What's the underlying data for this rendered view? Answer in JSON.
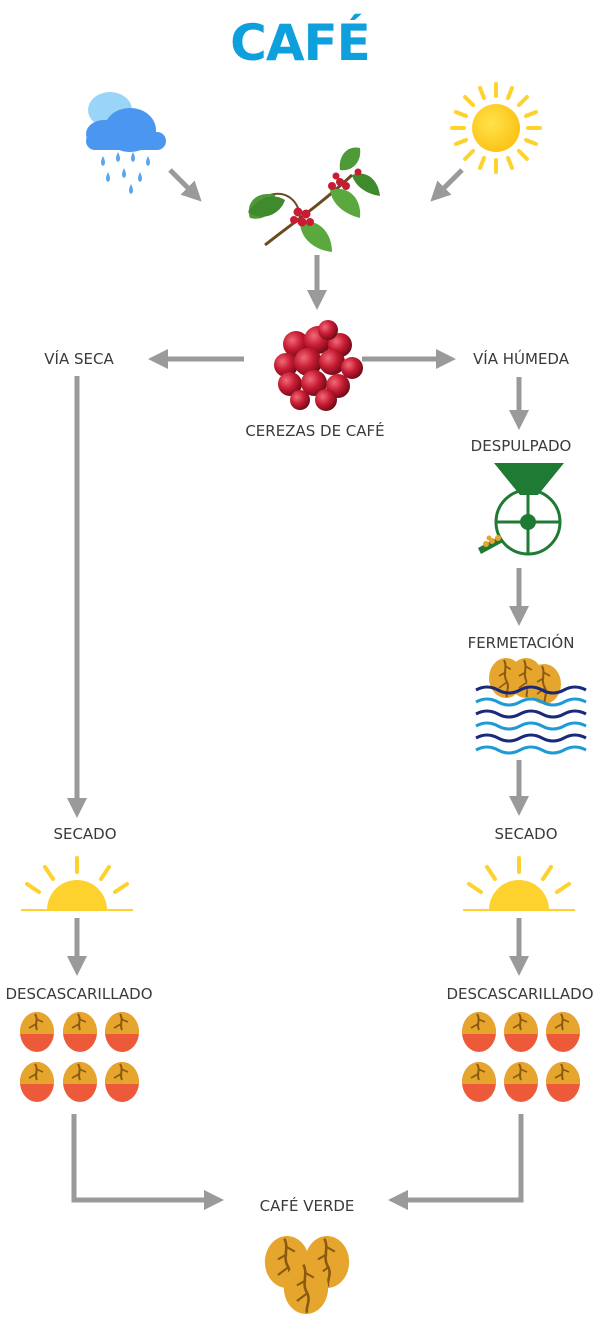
{
  "title": "CAFÉ",
  "labels": {
    "cherries": "CEREZAS DE CAFÉ",
    "dry_route": "VÍA SECA",
    "wet_route": "VÍA HÚMEDA",
    "pulping": "DESPULPADO",
    "fermentation": "FERMETACIÓN",
    "drying_left": "SECADO",
    "drying_right": "SECADO",
    "hulling_left": "DESCASCARILLADO",
    "hulling_right": "DESCASCARILLADO",
    "green_coffee": "CAFÉ VERDE"
  },
  "colors": {
    "title": "#0da0dc",
    "arrow": "#9a9a9a",
    "sun": "#fdd22e",
    "bean": "#e6a52c",
    "bean_red": "#ec5a3a",
    "cherry": "#b8172c",
    "pulper": "#1f7a34"
  },
  "icons": [
    "rain-cloud-icon",
    "sun-icon",
    "coffee-branch-icon",
    "coffee-cherries-icon",
    "pulping-machine-icon",
    "fermentation-water-icon",
    "rising-sun-icon",
    "hulled-beans-icon",
    "green-coffee-beans-icon"
  ]
}
